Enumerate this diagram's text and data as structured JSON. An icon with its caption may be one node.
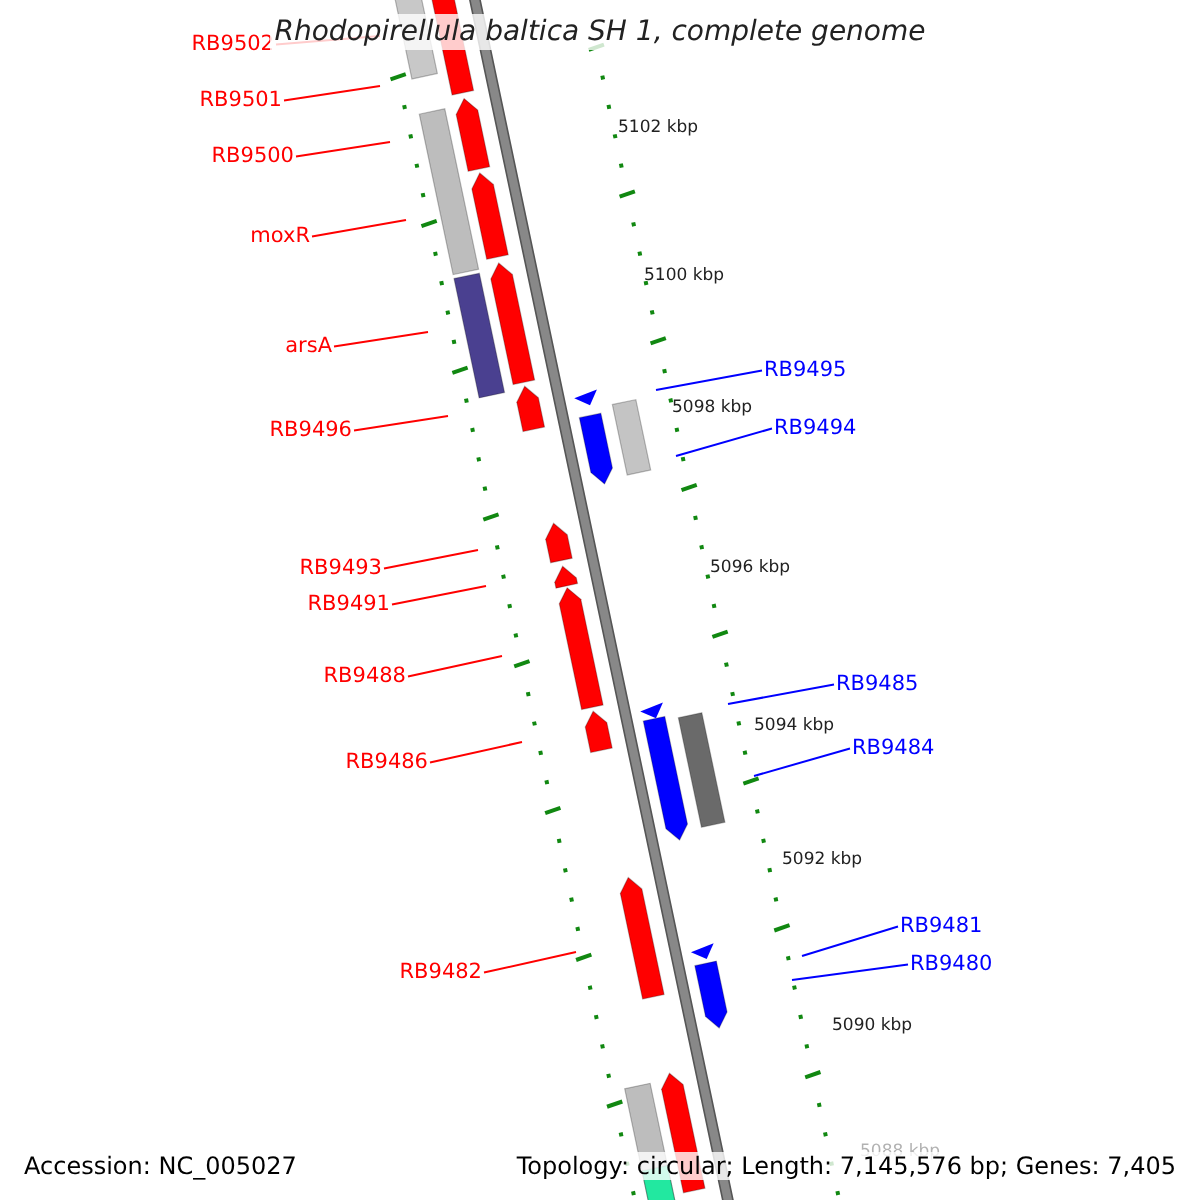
{
  "diagram": {
    "title": "Rhodopirellula baltica SH 1, complete genome",
    "nodes": [
      {
        "text": [
          "RB9502"
        ]
      },
      {
        "text": [
          "RB9501"
        ]
      },
      {
        "text": [
          "RB9500"
        ]
      },
      {
        "text": [
          "moxR"
        ]
      },
      {
        "text": [
          "arsA"
        ]
      },
      {
        "text": [
          "RB9495"
        ]
      },
      {
        "text": [
          "RB9494"
        ]
      },
      {
        "text": [
          "RB9496"
        ]
      },
      {
        "text": [
          "RB9493"
        ]
      },
      {
        "text": [
          "RB9491"
        ]
      },
      {
        "text": [
          "RB9488"
        ]
      },
      {
        "text": [
          "RB9485"
        ]
      },
      {
        "text": [
          "RB9484"
        ]
      },
      {
        "text": [
          "RB9486"
        ]
      },
      {
        "text": [
          "RB9481"
        ]
      },
      {
        "text": [
          "RB9480"
        ]
      },
      {
        "text": [
          "RB9482"
        ]
      }
    ],
    "edges": [
      {
        "from": 0,
        "to": null,
        "arrow": "none"
      },
      {
        "from": 1,
        "to": null,
        "arrow": "none"
      },
      {
        "from": 2,
        "to": null,
        "arrow": "none"
      },
      {
        "from": 3,
        "to": null,
        "arrow": "none"
      },
      {
        "from": 4,
        "to": null,
        "arrow": "none"
      },
      {
        "from": 5,
        "to": null,
        "arrow": "none",
        "color": "#0000ff"
      },
      {
        "from": 6,
        "to": null,
        "arrow": "none",
        "color": "#0000ff"
      },
      {
        "from": 7,
        "to": null,
        "arrow": "none"
      },
      {
        "from": 8,
        "to": null,
        "arrow": "none"
      },
      {
        "from": 9,
        "to": null,
        "arrow": "none"
      },
      {
        "from": 10,
        "to": null,
        "arrow": "none"
      },
      {
        "from": 11,
        "to": null,
        "arrow": "none",
        "color": "#0000ff"
      },
      {
        "from": 12,
        "to": null,
        "arrow": "none",
        "color": "#0000ff"
      },
      {
        "from": 13,
        "to": null,
        "arrow": "none"
      },
      {
        "from": 14,
        "to": null,
        "arrow": "none",
        "color": "#0000ff"
      },
      {
        "from": 15,
        "to": null,
        "arrow": "none",
        "color": "#0000ff"
      },
      {
        "from": 16,
        "to": null,
        "arrow": "none"
      }
    ],
    "labels": [
      "5102 kbp",
      "5100 kbp",
      "5098 kbp",
      "5096 kbp",
      "5094 kbp",
      "5092 kbp",
      "5090 kbp",
      "5088 kbp",
      "Accession: NC_005027",
      "Topology: circular; Length: 7,145,576 bp; Genes: 7,405"
    ]
  }
}
